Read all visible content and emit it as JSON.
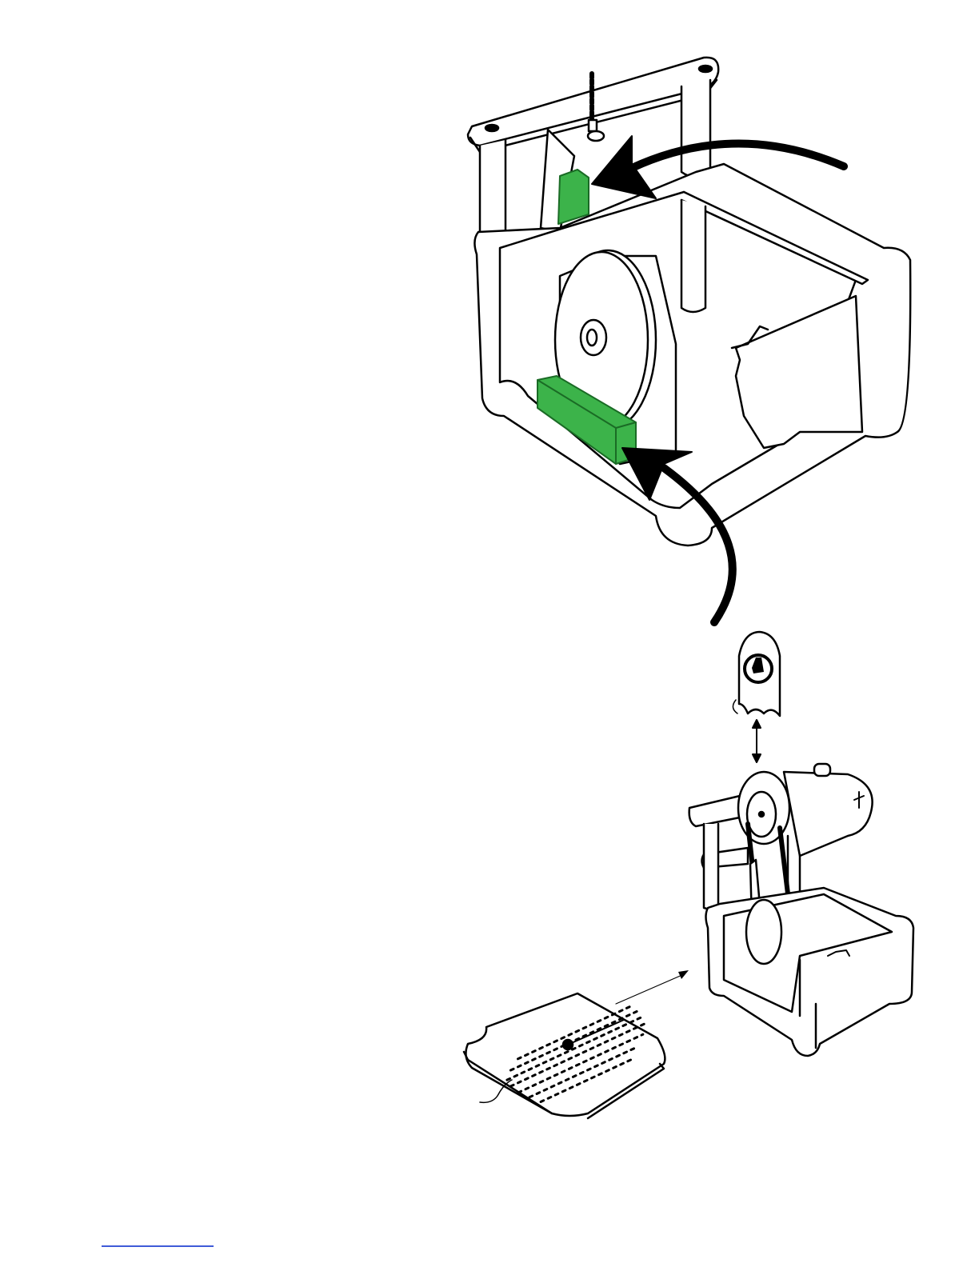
{
  "figure": {
    "type": "assembly-diagram",
    "views": [
      "machine-interior-detail",
      "pulley-guard-cover",
      "assembled-machine",
      "bottom-grate"
    ],
    "highlight_color": "#3cb34a",
    "line_color": "#000000",
    "link_color": "#3f5bd8",
    "icons": [
      "curved-arrow-icon",
      "double-arrow-icon",
      "thin-arrow-icon",
      "brand-logo-icon"
    ]
  }
}
